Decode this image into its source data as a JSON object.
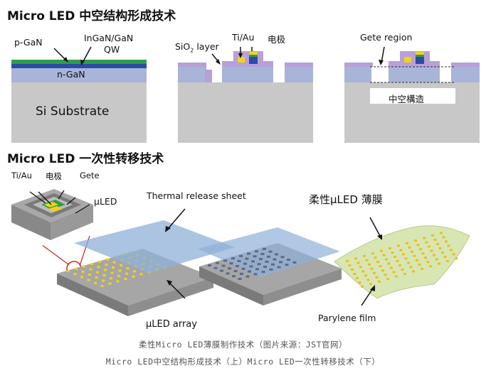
{
  "section1": {
    "title": "Micro LED 中空结构形成技术",
    "panel_a": {
      "p_gan": "p-GaN",
      "ingan_gan": "InGaN/GaN",
      "qw": "QW",
      "n_gan": "n-GaN",
      "substrate": "Si Substrate"
    },
    "panel_b": {
      "sio2_prefix": "SiO",
      "sio2_sub": "2",
      "sio2_suffix": " layer",
      "tiau": "Ti/Au",
      "electrode": "电极"
    },
    "panel_c": {
      "gete_region": "Gete region",
      "hollow": "中空構造"
    }
  },
  "section2": {
    "title": "Micro LED 一次性转移技术",
    "inset": {
      "tiau": "Ti/Au",
      "electrode": "电极",
      "gete": "Gete",
      "uled": "μLED"
    },
    "thermal_sheet": "Thermal release sheet",
    "uled_array": "μLED array",
    "flexible_film_title": "柔性μLED 薄膜",
    "parylene_film": "Parylene film"
  },
  "captions": {
    "line1": "柔性Micro LED薄膜制作技术（图片来源：JST官网）",
    "line2": "Micro LED中空结构形成技术（上）Micro LED一次性转移技术（下）"
  },
  "colors": {
    "substrate": "#c8c8c8",
    "sio2": "#b8a0d8",
    "n_gan": "#a8b4d8",
    "p_gan_green": "#2e9e4a",
    "ingan_blue": "#2c4aa8",
    "tiau_yellow": "#f2d21a",
    "sheet_blue": "#8fb0d8",
    "film_green": "#d8e6b4"
  }
}
